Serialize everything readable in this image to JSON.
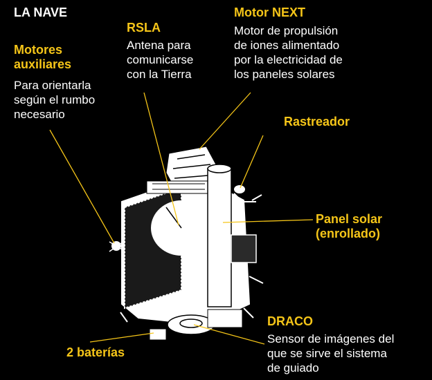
{
  "title": "LA NAVE",
  "colors": {
    "background": "#000000",
    "label": "#f5c518",
    "body_text": "#ffffff",
    "leader": "#f5c518"
  },
  "labels": {
    "motores": {
      "heading_1": "Motores",
      "heading_2": "auxiliares",
      "desc_1": "Para orientarla",
      "desc_2": "según el rumbo",
      "desc_3": "necesario"
    },
    "rsla": {
      "heading": "RSLA",
      "desc_1": "Antena para",
      "desc_2": "comunicarse",
      "desc_3": "con la Tierra"
    },
    "next": {
      "heading": "Motor NEXT",
      "desc_1": "Motor de propulsión",
      "desc_2": "de iones alimentado",
      "desc_3": "por la electricidad de",
      "desc_4": "los paneles solares"
    },
    "rastreador": {
      "heading": "Rastreador"
    },
    "panel": {
      "heading_1": "Panel solar",
      "heading_2": "(enrollado)"
    },
    "baterias": {
      "heading": "2 baterías"
    },
    "draco": {
      "heading": "DRACO",
      "desc_1": "Sensor de imágenes del",
      "desc_2": "que se sirve el sistema",
      "desc_3": "de guiado"
    }
  }
}
